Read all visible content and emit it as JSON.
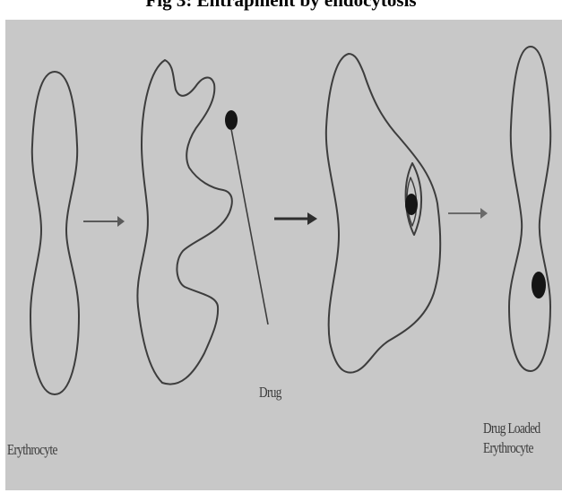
{
  "figure": {
    "title": "Fig 3: Entrapment by endocytosis"
  },
  "labels": {
    "erythrocyte": "Erythrocyte",
    "drug": "Drug",
    "drug_loaded_line1": "Drug Loaded",
    "drug_loaded_line2": "Erythrocyte"
  },
  "colors": {
    "background": "#c8c8c8",
    "outline": "#3d3d3d",
    "drug_particle": "#151515"
  }
}
